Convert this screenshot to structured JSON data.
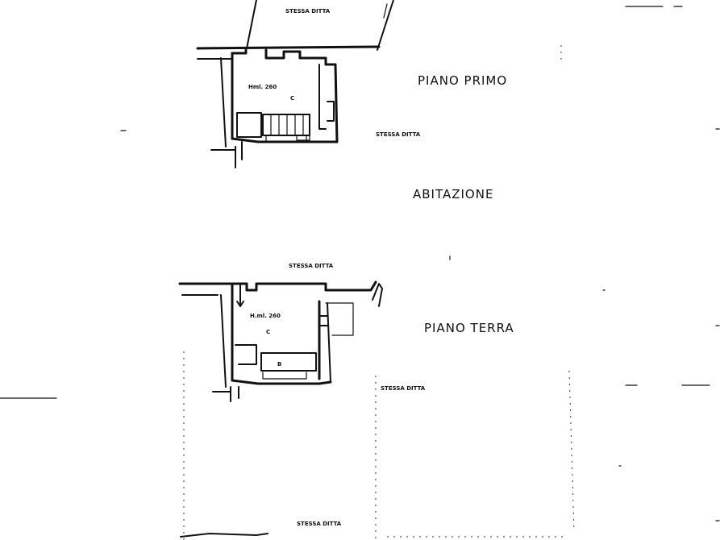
{
  "labels": {
    "piano_primo": "PIANO PRIMO",
    "piano_terra": "PIANO TERRA",
    "abitazione": "ABITAZIONE",
    "stessa_ditta": "STESSA DITTA",
    "room_first": "Hml. 260",
    "room_ground": "H.ml. 260",
    "c": "C",
    "b": "B"
  }
}
